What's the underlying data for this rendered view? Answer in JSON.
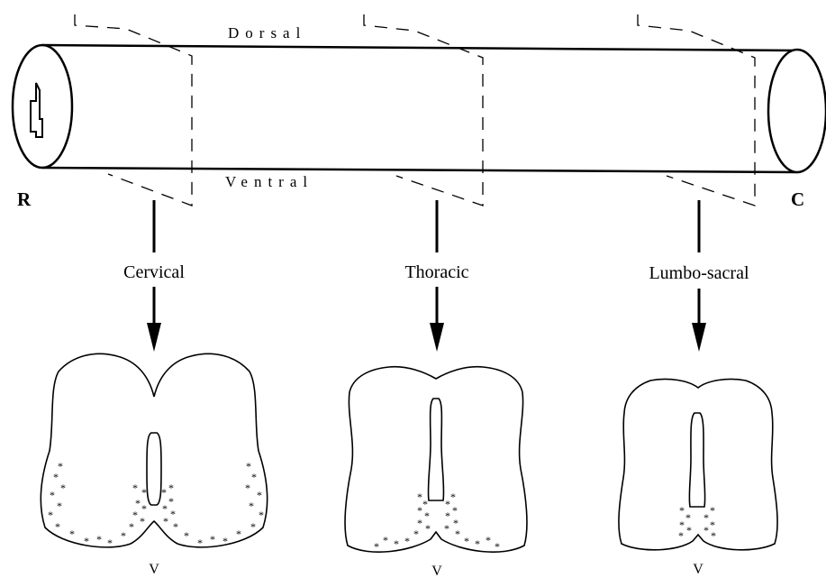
{
  "labels": {
    "dorsal": "Dorsal",
    "ventral": "Ventral",
    "rostral": "R",
    "caudal": "C"
  },
  "sections": [
    {
      "name": "Cervical",
      "ventral_label": "V"
    },
    {
      "name": "Thoracic",
      "ventral_label": "V"
    },
    {
      "name": "Lumbo-sacral",
      "ventral_label": "V"
    }
  ],
  "marker": "*"
}
